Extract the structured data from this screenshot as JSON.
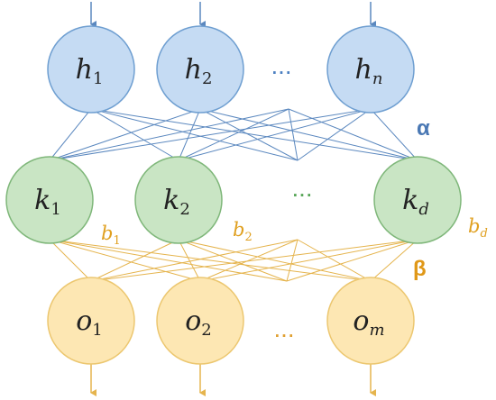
{
  "colors": {
    "input": {
      "fill": "#c5dbf3",
      "stroke": "#6f9fd1",
      "line": "#5b88bf"
    },
    "hidden": {
      "fill": "#c9e5c4",
      "stroke": "#7fb77a"
    },
    "output": {
      "fill": "#fde7b3",
      "stroke": "#ecc770",
      "line": "#e5b44d"
    },
    "dots_blue": "#4a7fc1",
    "dots_green": "#56a556",
    "dots_orange": "#e0a030",
    "alpha": "#4a78b4",
    "beta": "#e09818",
    "bias": "#e0a020"
  },
  "input_layer": [
    {
      "base": "h",
      "sub": "1"
    },
    {
      "base": "h",
      "sub": "2"
    },
    {
      "base": "h",
      "sub": "n"
    }
  ],
  "hidden_layer": [
    {
      "base": "k",
      "sub": "1"
    },
    {
      "base": "k",
      "sub": "2"
    },
    {
      "base": "k",
      "sub": "d"
    }
  ],
  "output_layer": [
    {
      "base": "o",
      "sub": "1"
    },
    {
      "base": "o",
      "sub": "2"
    },
    {
      "base": "o",
      "sub": "m"
    }
  ],
  "biases": [
    {
      "base": "b",
      "sub": "1"
    },
    {
      "base": "b",
      "sub": "2"
    },
    {
      "base": "b",
      "sub": "d"
    }
  ],
  "ellipsis": "···",
  "alpha_label": "α",
  "beta_label": "β"
}
